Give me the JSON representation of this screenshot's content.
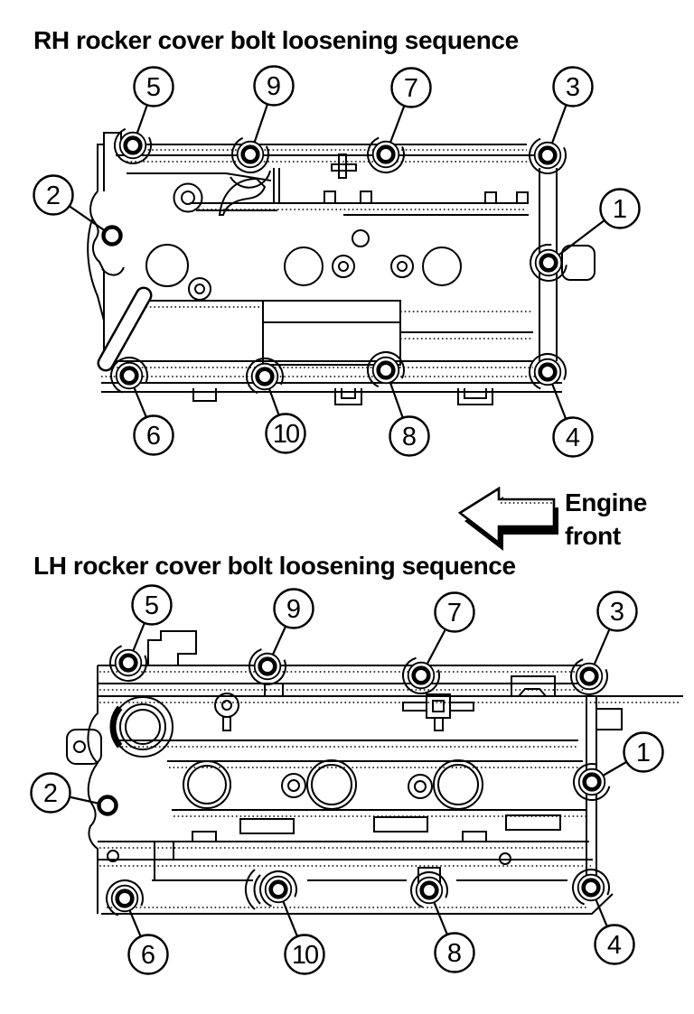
{
  "page": {
    "background": "#ffffff",
    "ink_color": "#000000"
  },
  "rh_diagram": {
    "title": "RH rocker cover bolt loosening sequence",
    "callouts": [
      {
        "label": "5",
        "circle": [
          170,
          96
        ],
        "bolt": [
          147,
          161
        ]
      },
      {
        "label": "9",
        "circle": [
          303,
          95
        ],
        "bolt": [
          277,
          171
        ]
      },
      {
        "label": "7",
        "circle": [
          455,
          97
        ],
        "bolt": [
          427,
          171
        ]
      },
      {
        "label": "3",
        "circle": [
          634,
          96
        ],
        "bolt": [
          606,
          172
        ]
      },
      {
        "label": "2",
        "circle": [
          59,
          216
        ],
        "bolt": [
          124,
          261
        ],
        "small": true
      },
      {
        "label": "1",
        "circle": [
          686,
          231
        ],
        "bolt": [
          607,
          291
        ]
      },
      {
        "label": "6",
        "circle": [
          170,
          482
        ],
        "bolt": [
          143,
          416
        ]
      },
      {
        "label": "10",
        "circle": [
          316,
          480
        ],
        "bolt": [
          293,
          417
        ]
      },
      {
        "label": "8",
        "circle": [
          453,
          483
        ],
        "bolt": [
          427,
          410
        ]
      },
      {
        "label": "4",
        "circle": [
          634,
          484
        ],
        "bolt": [
          606,
          412
        ]
      }
    ]
  },
  "engine_front": {
    "line1": "Engine",
    "line2": "front",
    "arrow_direction": "left"
  },
  "lh_diagram": {
    "title": "LH rocker cover bolt loosening sequence",
    "callouts": [
      {
        "label": "5",
        "circle": [
          168,
          670
        ],
        "bolt": [
          142,
          734
        ]
      },
      {
        "label": "9",
        "circle": [
          325,
          674
        ],
        "bolt": [
          296,
          738
        ]
      },
      {
        "label": "7",
        "circle": [
          503,
          678
        ],
        "bolt": [
          466,
          748
        ]
      },
      {
        "label": "3",
        "circle": [
          683,
          677
        ],
        "bolt": [
          652,
          749
        ]
      },
      {
        "label": "2",
        "circle": [
          56,
          878
        ],
        "bolt": [
          119,
          892
        ],
        "small": true
      },
      {
        "label": "1",
        "circle": [
          712,
          833
        ],
        "bolt": [
          655,
          866
        ]
      },
      {
        "label": "6",
        "circle": [
          164,
          1057
        ],
        "bolt": [
          138,
          995
        ]
      },
      {
        "label": "10",
        "circle": [
          337,
          1057
        ],
        "bolt": [
          308,
          985
        ]
      },
      {
        "label": "8",
        "circle": [
          503,
          1055
        ],
        "bolt": [
          475,
          986
        ]
      },
      {
        "label": "4",
        "circle": [
          680,
          1046
        ],
        "bolt": [
          654,
          983
        ]
      }
    ]
  }
}
